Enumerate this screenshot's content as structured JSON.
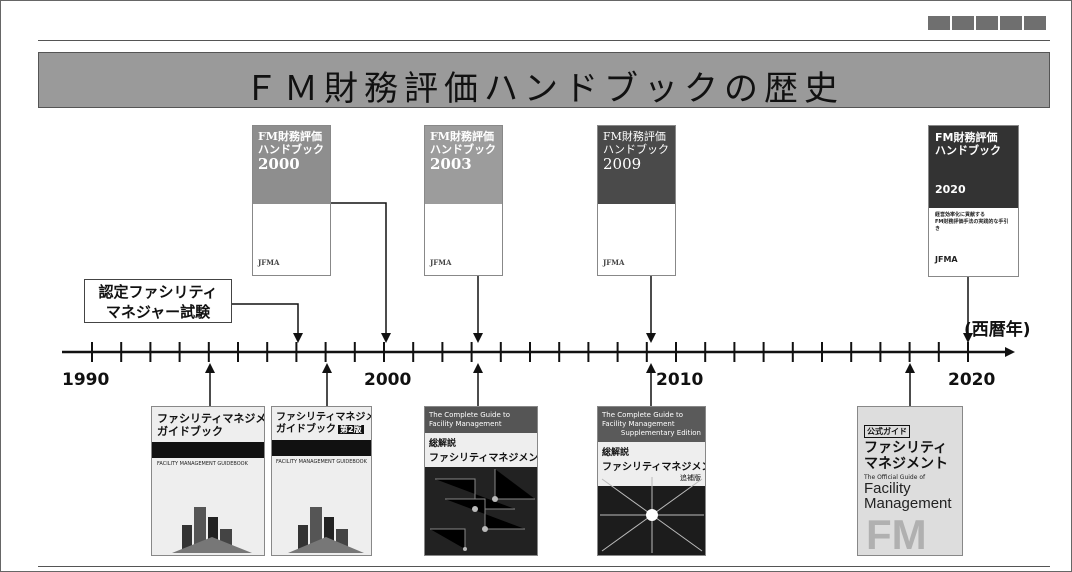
{
  "title": "ＦＭ財務評価ハンドブックの歴史",
  "exam_note": [
    "認定ファシリティ",
    "マネジャー試験"
  ],
  "years": [
    "1990",
    "2000",
    "2010",
    "2020"
  ],
  "era_label": "(西暦年)",
  "top_books": [
    {
      "title": [
        "FM財務評価",
        "ハンドブック"
      ],
      "year": "2000",
      "publisher": "JFMA"
    },
    {
      "title": [
        "FM財務評価",
        "ハンドブック"
      ],
      "year": "2003",
      "publisher": "JFMA"
    },
    {
      "title": [
        "FM財務評価",
        "ハンドブック"
      ],
      "year": "2009",
      "publisher": "JFMA"
    },
    {
      "title": [
        "FM財務評価",
        "ハンドブック"
      ],
      "year": "2020",
      "subtitle": [
        "経営効率化に貢献する",
        "FM財務評価手法の実践的な手引き"
      ],
      "publisher": "JFMA"
    }
  ],
  "bottom_books": [
    {
      "title": [
        "ファシリティマネジメント",
        "ガイドブック"
      ],
      "subtitle": "FACILITY MANAGEMENT GUIDEBOOK"
    },
    {
      "title": [
        "ファシリティマネジメント",
        "ガイドブック"
      ],
      "edition": "第2版",
      "subtitle": "FACILITY MANAGEMENT GUIDEBOOK"
    },
    {
      "en": [
        "The Complete Guide to",
        "Facility Management"
      ],
      "tag": "総解説",
      "title": "ファシリティマネジメント"
    },
    {
      "en": [
        "The Complete Guide to",
        "Facility Management"
      ],
      "supp": "Supplementary Edition",
      "tag": "総解説",
      "title": "ファシリティマネジメント",
      "edition": "追補版"
    },
    {
      "tag": "公式ガイド",
      "title": [
        "ファシリティ",
        "マネジメント"
      ],
      "en": [
        "The Official Guide of",
        "Facility",
        "Management"
      ],
      "mark": "FM"
    }
  ]
}
